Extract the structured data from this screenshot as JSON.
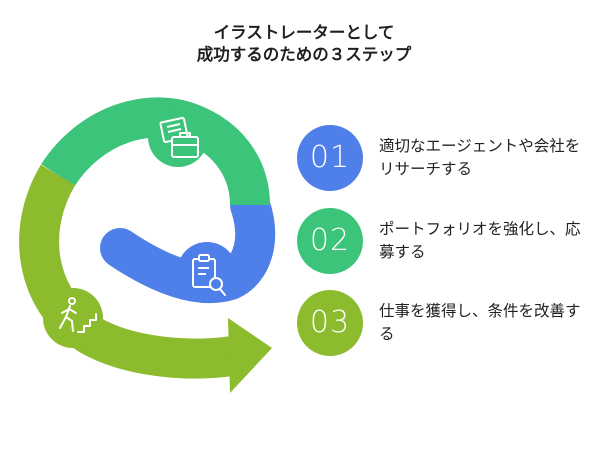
{
  "title": {
    "line1": "イラストレーターとして",
    "line2": "成功するのための３ステップ"
  },
  "colors": {
    "step1": "#4f7fe8",
    "step2": "#3cc47a",
    "step3": "#8dbb2e"
  },
  "steps": [
    {
      "number": "01",
      "text": "適切なエージェントや会社をリサーチする",
      "icon": "document-briefcase-icon"
    },
    {
      "number": "02",
      "text": "ポートフォリオを強化し、応募する",
      "icon": "clipboard-search-icon"
    },
    {
      "number": "03",
      "text": "仕事を獲得し、条件を改善する",
      "icon": "person-climbing-stairs-icon"
    }
  ]
}
